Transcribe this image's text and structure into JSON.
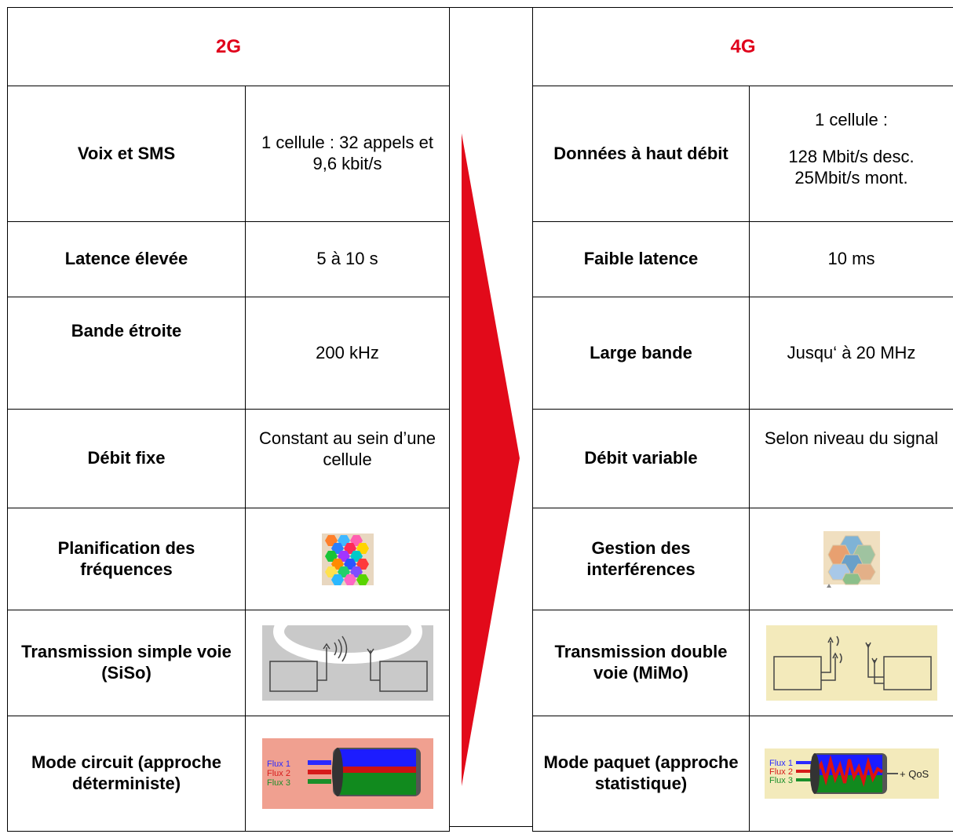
{
  "left": {
    "header": "2G",
    "rows": [
      {
        "label": "Voix et SMS",
        "value": "1 cellule : 32 appels et 9,6 kbit/s"
      },
      {
        "label": "Latence élevée",
        "value": "5 à 10 s"
      },
      {
        "label": "Bande étroite",
        "value": "200 kHz"
      },
      {
        "label": "Débit fixe",
        "value": "Constant au sein d’une cellule"
      },
      {
        "label": "Planification des fréquences"
      },
      {
        "label": "Transmission simple voie (SiSo)"
      },
      {
        "label": "Mode circuit (approche déterministe)",
        "flux": [
          "Flux 1",
          "Flux 2",
          "Flux 3"
        ]
      }
    ]
  },
  "right": {
    "header": "4G",
    "rows": [
      {
        "label": "Données à haut débit",
        "value_line1": "1 cellule :",
        "value_line2": "128 Mbit/s desc.",
        "value_line3": "25Mbit/s mont."
      },
      {
        "label": "Faible latence",
        "value": "10 ms"
      },
      {
        "label": "Large bande",
        "value": "Jusqu‘ à 20 MHz"
      },
      {
        "label": "Débit variable",
        "value": "Selon niveau du signal"
      },
      {
        "label": "Gestion des interférences"
      },
      {
        "label": "Transmission double voie (MiMo)"
      },
      {
        "label": "Mode paquet (approche statistique)",
        "flux": [
          "Flux 1",
          "Flux 2",
          "Flux 3"
        ],
        "qos": "+ QoS"
      }
    ]
  },
  "colors": {
    "accent": "#e0001b",
    "arrow": "#e20a1a"
  }
}
